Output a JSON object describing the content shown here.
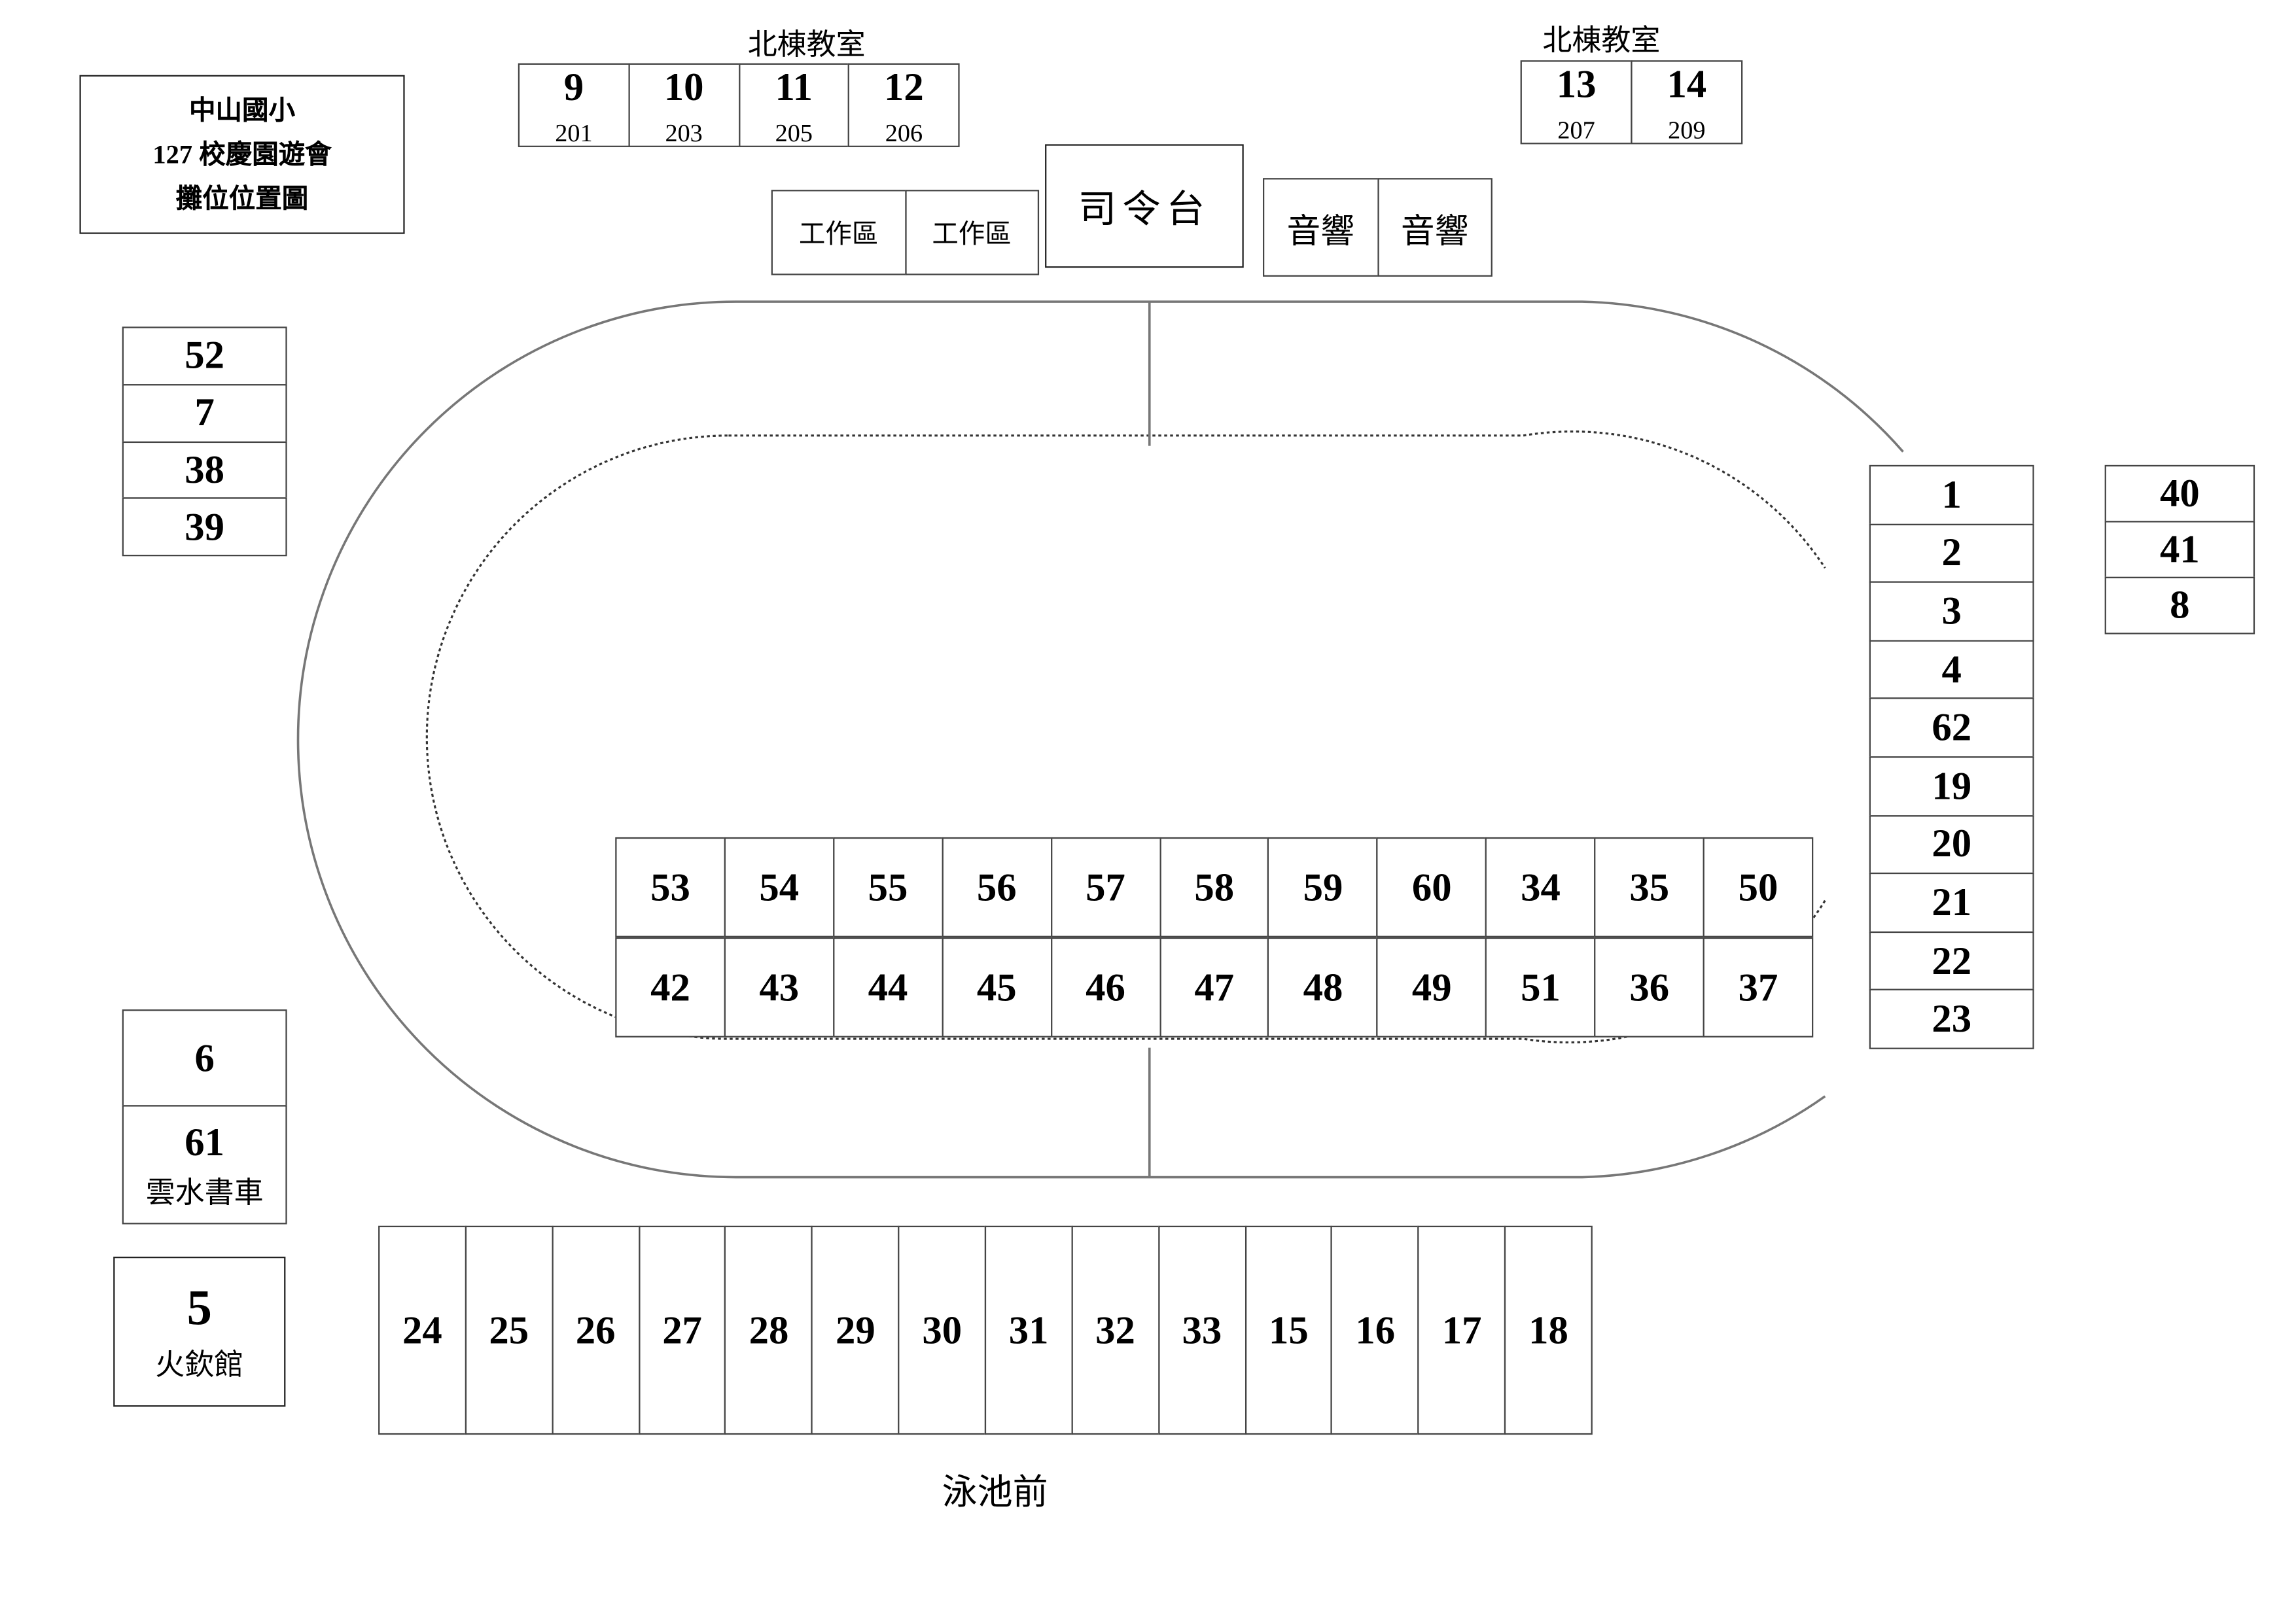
{
  "title": {
    "line1": "中山國小",
    "line2": "127 校慶園遊會",
    "line3": "攤位位置圖"
  },
  "north_label_1": "北棟教室",
  "north_label_2": "北棟教室",
  "north_group_1": [
    {
      "num": "9",
      "room": "201"
    },
    {
      "num": "10",
      "room": "203"
    },
    {
      "num": "11",
      "room": "205"
    },
    {
      "num": "12",
      "room": "206"
    }
  ],
  "north_group_2": [
    {
      "num": "13",
      "room": "207"
    },
    {
      "num": "14",
      "room": "209"
    }
  ],
  "work_area": [
    "工作區",
    "工作區"
  ],
  "stage": "司令台",
  "sound": [
    "音響",
    "音響"
  ],
  "left_column": [
    "52",
    "7",
    "38",
    "39"
  ],
  "right_column": [
    "1",
    "2",
    "3",
    "4",
    "62",
    "19",
    "20",
    "21",
    "22",
    "23"
  ],
  "far_right_column": [
    "40",
    "41",
    "8"
  ],
  "booth_6": "6",
  "booth_61": {
    "num": "61",
    "name": "雲水書車"
  },
  "booth_5": {
    "num": "5",
    "name": "火欽館"
  },
  "center_top_row": [
    "53",
    "54",
    "55",
    "56",
    "57",
    "58",
    "59",
    "60",
    "34",
    "35",
    "50"
  ],
  "center_bottom_row": [
    "42",
    "43",
    "44",
    "45",
    "46",
    "47",
    "48",
    "49",
    "51",
    "36",
    "37"
  ],
  "bottom_row": [
    "24",
    "25",
    "26",
    "27",
    "28",
    "29",
    "30",
    "31",
    "32",
    "33",
    "15",
    "16",
    "17",
    "18"
  ],
  "pool_label": "泳池前"
}
